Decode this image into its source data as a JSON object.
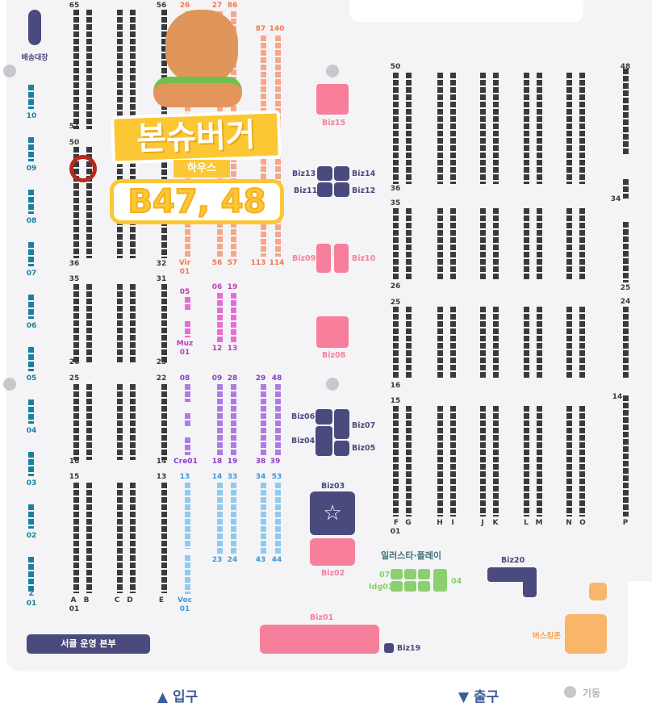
{
  "colors": {
    "black": "#3a3a3a",
    "blue": "#1a7fa0",
    "salmon": "#f9a58a",
    "magenta": "#ea6bd7",
    "purple": "#b07ae6",
    "lightblue": "#8fcbf1",
    "pink": "#f77f9b",
    "navy": "#4a4a7e",
    "green": "#8ccf6e",
    "orange": "#f9b56a"
  },
  "shipping_label": "배송대장",
  "wall_labels": [
    "10",
    "09",
    "08",
    "07",
    "06",
    "05",
    "04",
    "03",
    "02",
    "Z",
    "01"
  ],
  "left_columns": {
    "letters": [
      "A",
      "B",
      "C",
      "D",
      "E"
    ],
    "numbers": [
      "65",
      "51",
      "50",
      "36",
      "35",
      "26",
      "25",
      "16",
      "15",
      "01",
      "56",
      "32",
      "31",
      "23",
      "22",
      "14",
      "13"
    ]
  },
  "color_columns": {
    "salmon": [
      "26",
      "27",
      "86",
      "87",
      "140",
      "Vir",
      "01",
      "56",
      "57",
      "113",
      "114"
    ],
    "magenta": [
      "05",
      "06",
      "19",
      "Muz",
      "01",
      "12",
      "13"
    ],
    "purple": [
      "08",
      "09",
      "28",
      "29",
      "48",
      "Cre01",
      "18",
      "19",
      "38",
      "39"
    ],
    "lightblue": [
      "13",
      "14",
      "33",
      "34",
      "53",
      "Voc",
      "01",
      "23",
      "24",
      "43",
      "44"
    ]
  },
  "right_columns": {
    "letters": [
      "F",
      "G",
      "H",
      "I",
      "J",
      "K",
      "L",
      "M",
      "N",
      "O",
      "P"
    ],
    "numbers": [
      "50",
      "36",
      "35",
      "26",
      "25",
      "16",
      "15",
      "01",
      "48",
      "34",
      "25",
      "24",
      "14"
    ]
  },
  "biz": [
    "Biz15",
    "Biz13",
    "Biz14",
    "Biz11",
    "Biz12",
    "Biz09",
    "Biz10",
    "Biz08",
    "Biz06",
    "Biz07",
    "Biz04",
    "Biz05",
    "Biz03",
    "Biz02",
    "Biz01",
    "Biz19",
    "Biz20"
  ],
  "illustar": {
    "logo": "일러스타·플레이",
    "start": "07",
    "end": "04",
    "id": "Idg01"
  },
  "busking": "버스킹존",
  "hq_button": "서클 운영 본부",
  "entrance": "▲ 입구",
  "exit": "▼ 출구",
  "pillar_legend": "기둥",
  "promo": {
    "title": "본슈버거",
    "subtitle": "하우스",
    "booth": "B47, 48"
  }
}
